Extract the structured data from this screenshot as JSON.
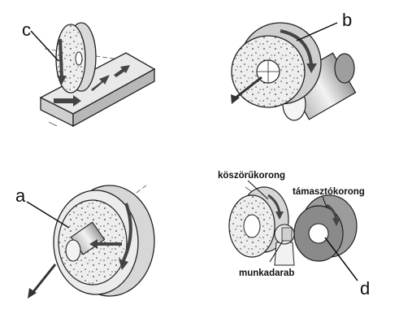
{
  "figure": {
    "callouts": {
      "c": "c",
      "b": "b",
      "a": "a",
      "d": "d"
    },
    "centerless_labels": {
      "grinding_wheel": "köszörűkorong",
      "regulating_wheel": "támasztókorong",
      "workpiece": "munkadarab"
    }
  }
}
